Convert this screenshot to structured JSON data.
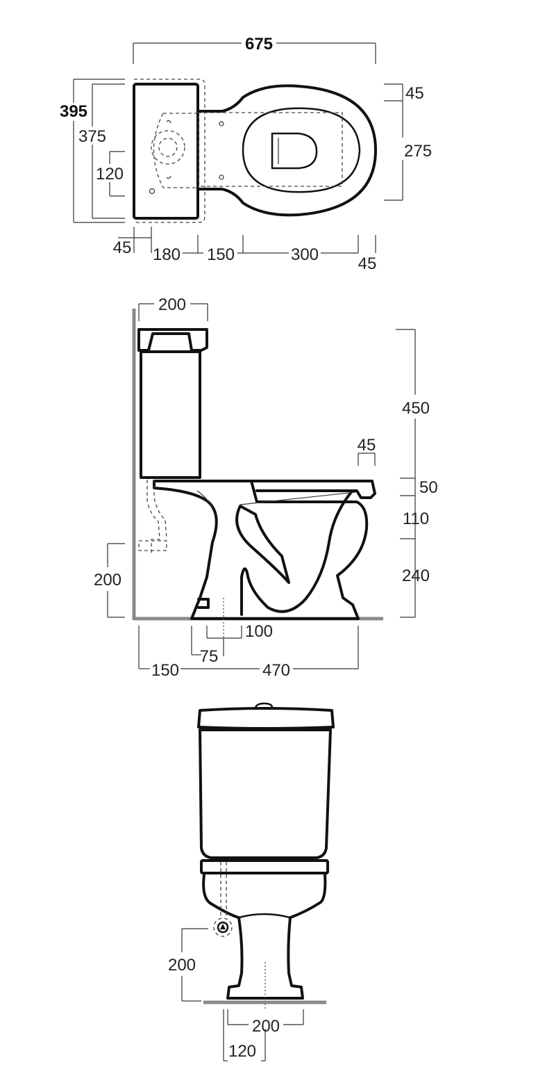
{
  "top_view": {
    "overall_length": "675",
    "overall_width": "395",
    "cistern_width": "375",
    "inlet_spacing": "120",
    "seat_offset": "45",
    "bowl_width": "275",
    "cistern_offset": "45",
    "cistern_depth": "180",
    "neck_length": "150",
    "bowl_length": "300",
    "rim_overhang": "45"
  },
  "side_view": {
    "cistern_depth": "200",
    "cistern_height": "450",
    "rim_lip": "45",
    "rim_thickness": "50",
    "bowl_depth": "110",
    "pan_height": "240",
    "inlet_height": "200",
    "outlet_width": "100",
    "outlet_offset": "75",
    "wall_gap": "150",
    "pan_projection": "470"
  },
  "front_view": {
    "inlet_height": "200",
    "base_width": "200",
    "base_offset": "120"
  }
}
